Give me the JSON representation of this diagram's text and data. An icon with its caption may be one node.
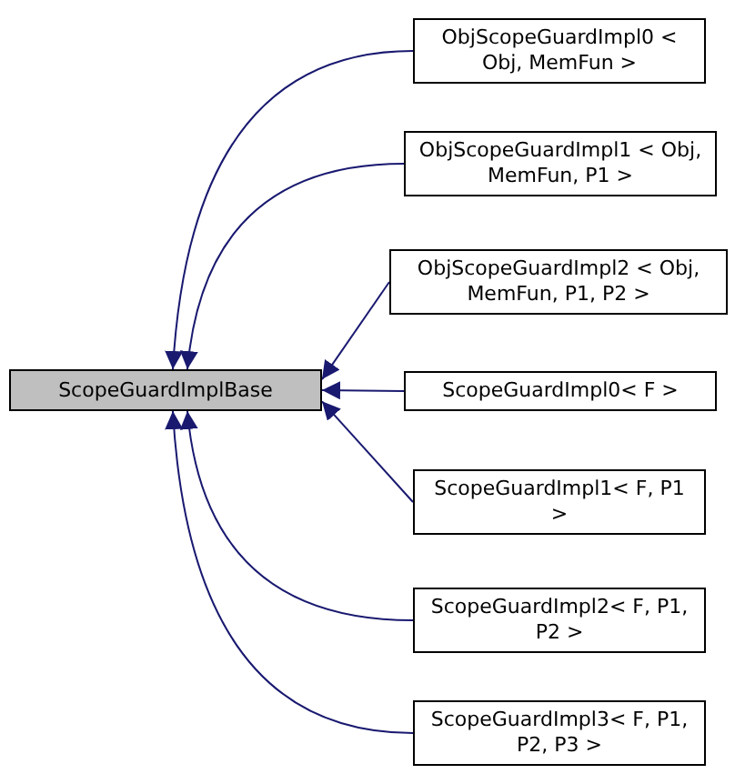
{
  "diagram": {
    "nodes": [
      {
        "text": [
          "ScopeGuardImplBase"
        ]
      },
      {
        "text": [
          "ObjScopeGuardImpl0 < Obj, MemFun >"
        ]
      },
      {
        "text": [
          "ObjScopeGuardImpl1 < Obj, MemFun, P1 >"
        ]
      },
      {
        "text": [
          "ObjScopeGuardImpl2 < Obj, MemFun, P1, P2 >"
        ]
      },
      {
        "text": [
          "ScopeGuardImpl0< F >"
        ]
      },
      {
        "text": [
          "ScopeGuardImpl1< F, P1 >"
        ]
      },
      {
        "text": [
          "ScopeGuardImpl2< F, P1, P2 >"
        ]
      },
      {
        "text": [
          "ScopeGuardImpl3< F, P1, P2, P3 >"
        ]
      }
    ],
    "edges": [
      {
        "from": 1,
        "to": 0,
        "arrow": "to"
      },
      {
        "from": 2,
        "to": 0,
        "arrow": "to"
      },
      {
        "from": 3,
        "to": 0,
        "arrow": "to"
      },
      {
        "from": 4,
        "to": 0,
        "arrow": "to"
      },
      {
        "from": 5,
        "to": 0,
        "arrow": "to"
      },
      {
        "from": 6,
        "to": 0,
        "arrow": "to"
      },
      {
        "from": 7,
        "to": 0,
        "arrow": "to"
      }
    ]
  }
}
